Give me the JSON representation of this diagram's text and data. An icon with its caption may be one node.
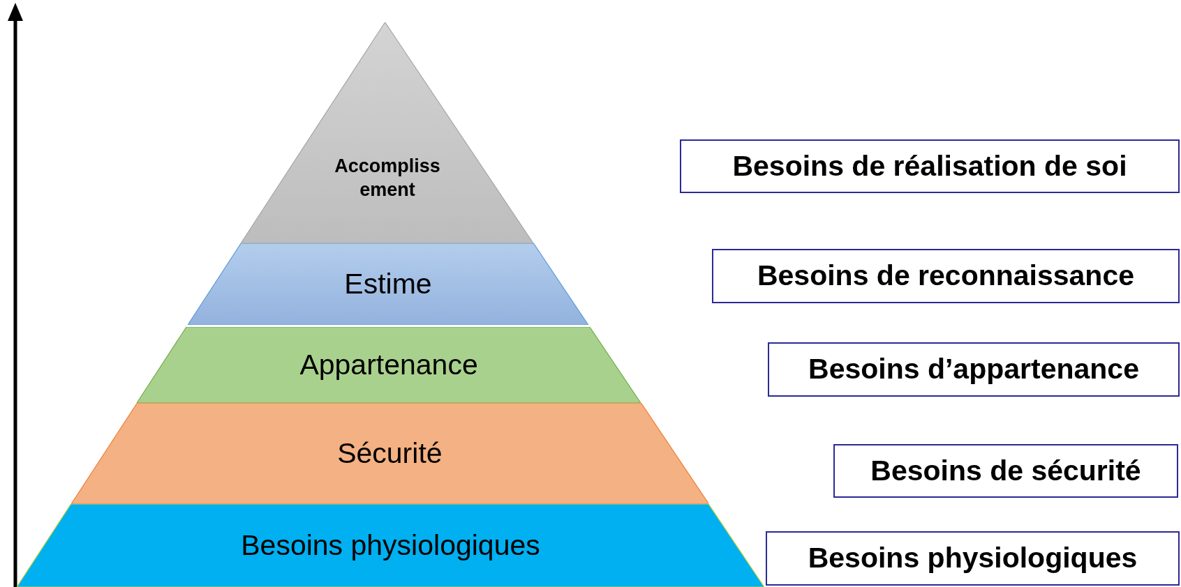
{
  "diagram": {
    "nodes": [
      {
        "text": [
          "Accomplissement"
        ]
      },
      {
        "text": [
          "Estime"
        ]
      },
      {
        "text": [
          "Appartenance"
        ]
      },
      {
        "text": [
          "Sécurité"
        ]
      },
      {
        "text": [
          "Besoins physiologiques"
        ]
      },
      {
        "text": [
          "Besoins de réalisation de soi"
        ]
      },
      {
        "text": [
          "Besoins de reconnaissance"
        ]
      },
      {
        "text": [
          "Besoins d’appartenance"
        ]
      },
      {
        "text": [
          "Besoins de sécurité"
        ]
      },
      {
        "text": [
          "Besoins physiologiques"
        ]
      }
    ]
  }
}
